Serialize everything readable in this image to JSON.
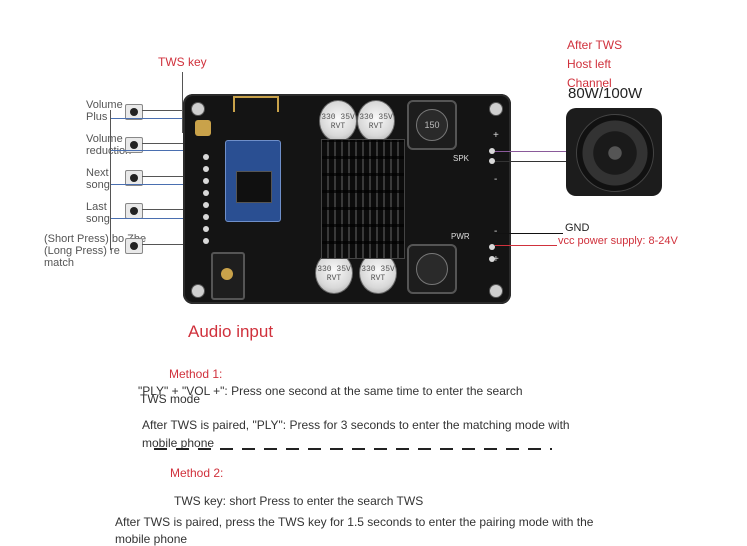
{
  "labels": {
    "tws_key": "TWS key",
    "after_tws_1": "After TWS",
    "after_tws_2": "Host left",
    "after_tws_3": "Channel",
    "power_rating": "80W/100W",
    "gnd": "GND",
    "vcc": "vcc power supply: 8-24V",
    "audio_input": "Audio input",
    "volume_plus_1": "Volume",
    "volume_plus_2": "Plus",
    "volume_reduction_1": "Volume",
    "volume_reduction_2": "reduction",
    "next_song_1": "Next",
    "next_song_2": "song",
    "last_song_1": "Last",
    "last_song_2": "song",
    "play_1": "(Short Press) bo Zhe",
    "play_2": "(Long Press) re",
    "play_3": "match",
    "spk": "SPK",
    "pwr": "PWR",
    "plus": "+",
    "minus": "-"
  },
  "components": {
    "cap1": "330 35V RVT",
    "cap2": "330 35V RVT",
    "cap3": "330 35V RVT",
    "cap4": "330 35V RVT",
    "inductor": "150"
  },
  "instructions": {
    "method1_title": "Method 1:",
    "method1_line1": "\"PLY\" + \"VOL +\": Press one second at the same time to enter the search",
    "method1_line2": "TWS mode",
    "method1_line3": "After TWS is paired, \"PLY\": Press for 3 seconds to enter the matching mode with",
    "method1_line4": "mobile phone",
    "method2_title": "Method 2:",
    "method2_line1": "TWS key: short Press to enter the search TWS",
    "method2_line2": "After TWS is paired, press the TWS key for 1.5 seconds to enter the pairing mode with the",
    "method2_line3": "mobile phone"
  },
  "colors": {
    "accent_red": "#d0313c",
    "board": "#141414",
    "bt_module": "#2a4f92"
  }
}
